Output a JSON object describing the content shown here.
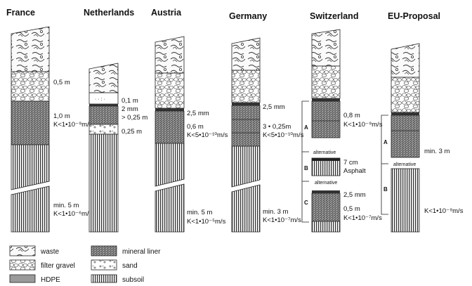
{
  "columns": [
    {
      "id": "france",
      "title": "France",
      "labels": [
        "0,5 m",
        "1,0 m",
        "K<1•10⁻⁹m/s",
        "min. 5 m",
        "K<1•10⁻⁶m/s"
      ]
    },
    {
      "id": "netherlands",
      "title": "Netherlands",
      "labels": [
        "0,1 m",
        "2 mm",
        "> 0,25 m",
        "0,25 m"
      ]
    },
    {
      "id": "austria",
      "title": "Austria",
      "labels": [
        "2,5 mm",
        "0,6 m",
        "K<5•10⁻¹⁰m/s",
        "min. 5 m",
        "K<1•10⁻⁵m/s"
      ]
    },
    {
      "id": "germany",
      "title": "Germany",
      "labels": [
        "2,5 mm",
        "3 • 0,25m",
        "K<5•10⁻¹⁰m/s",
        "min. 3 m",
        "K<1•10⁻⁷m/s"
      ]
    },
    {
      "id": "switzerland",
      "title": "Switzerland",
      "labels": [
        "0,8 m",
        "K<1•10⁻⁹m/s",
        "7 cm",
        "Asphalt",
        "2,5 mm",
        "0,5 m",
        "K<1•10⁻⁷m/s"
      ],
      "sections": [
        "A",
        "B",
        "C"
      ],
      "alternative": "alternative"
    },
    {
      "id": "eu",
      "title": "EU-Proposal",
      "labels": [
        "min. 3 m",
        "K<1•10⁻⁹m/s"
      ],
      "sections": [
        "A",
        "B"
      ],
      "alternative": "alternative"
    }
  ],
  "legend": [
    {
      "id": "waste",
      "label": "waste"
    },
    {
      "id": "filter-gravel",
      "label": "filter gravel"
    },
    {
      "id": "hdpe",
      "label": "HDPE"
    },
    {
      "id": "mineral-liner",
      "label": "mineral liner"
    },
    {
      "id": "sand",
      "label": "sand"
    },
    {
      "id": "subsoil",
      "label": "subsoil"
    }
  ]
}
